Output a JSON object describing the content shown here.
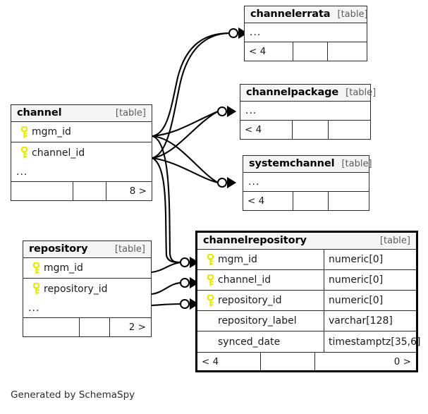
{
  "diagram": {
    "kind_label": "[table]",
    "ellipsis": "...",
    "credit": "Generated by SchemaSpy",
    "colors": {
      "key_icon": "#e8e800",
      "border": "#2b2b2b",
      "header_bg": "#f4f4f4",
      "emphasis_border": "#000000",
      "background": "#ffffff",
      "text": "#1a1a1a"
    }
  },
  "tables": [
    {
      "id": "channelerrata",
      "name": "channelerrata",
      "kind": "[table]",
      "emphasized": false,
      "columns": [],
      "has_ellipsis": true,
      "footer": {
        "left": "< 4",
        "mid": "",
        "right": ""
      }
    },
    {
      "id": "channelpackage",
      "name": "channelpackage",
      "kind": "[table]",
      "emphasized": false,
      "columns": [],
      "has_ellipsis": true,
      "footer": {
        "left": "< 4",
        "mid": "",
        "right": ""
      }
    },
    {
      "id": "systemchannel",
      "name": "systemchannel",
      "kind": "[table]",
      "emphasized": false,
      "columns": [],
      "has_ellipsis": true,
      "footer": {
        "left": "< 4",
        "mid": "",
        "right": ""
      }
    },
    {
      "id": "channel",
      "name": "channel",
      "kind": "[table]",
      "emphasized": false,
      "columns": [
        {
          "name": "mgm_id",
          "type": "",
          "primary_key": true
        },
        {
          "name": "channel_id",
          "type": "",
          "primary_key": true
        }
      ],
      "has_ellipsis": true,
      "footer": {
        "left": "",
        "mid": "",
        "right": "8 >"
      }
    },
    {
      "id": "repository",
      "name": "repository",
      "kind": "[table]",
      "emphasized": false,
      "columns": [
        {
          "name": "mgm_id",
          "type": "",
          "primary_key": true
        },
        {
          "name": "repository_id",
          "type": "",
          "primary_key": true
        }
      ],
      "has_ellipsis": true,
      "footer": {
        "left": "",
        "mid": "",
        "right": "2 >"
      }
    },
    {
      "id": "channelrepository",
      "name": "channelrepository",
      "kind": "[table]",
      "emphasized": true,
      "columns": [
        {
          "name": "mgm_id",
          "type": "numeric[0]",
          "primary_key": true
        },
        {
          "name": "channel_id",
          "type": "numeric[0]",
          "primary_key": true
        },
        {
          "name": "repository_id",
          "type": "numeric[0]",
          "primary_key": true
        },
        {
          "name": "repository_label",
          "type": "varchar[128]",
          "primary_key": false
        },
        {
          "name": "synced_date",
          "type": "timestamptz[35,6]",
          "primary_key": false
        }
      ],
      "has_ellipsis": false,
      "footer": {
        "left": "< 4",
        "mid": "",
        "right": "0 >"
      }
    }
  ],
  "relationships": [
    {
      "from": "channel.mgm_id",
      "to": "channelerrata",
      "notation": "zero-or-more"
    },
    {
      "from": "channel.channel_id",
      "to": "channelerrata",
      "notation": "zero-or-more"
    },
    {
      "from": "channel.mgm_id",
      "to": "channelpackage",
      "notation": "zero-or-more"
    },
    {
      "from": "channel.channel_id",
      "to": "channelpackage",
      "notation": "zero-or-more"
    },
    {
      "from": "channel.mgm_id",
      "to": "systemchannel",
      "notation": "zero-or-more"
    },
    {
      "from": "channel.channel_id",
      "to": "systemchannel",
      "notation": "zero-or-more"
    },
    {
      "from": "channel.mgm_id",
      "to": "channelrepository.mgm_id",
      "notation": "zero-or-more"
    },
    {
      "from": "channel.channel_id",
      "to": "channelrepository.channel_id",
      "notation": "zero-or-more"
    },
    {
      "from": "repository.mgm_id",
      "to": "channelrepository.mgm_id",
      "notation": "zero-or-more"
    },
    {
      "from": "repository.repository_id",
      "to": "channelrepository.repository_id",
      "notation": "zero-or-more"
    }
  ]
}
